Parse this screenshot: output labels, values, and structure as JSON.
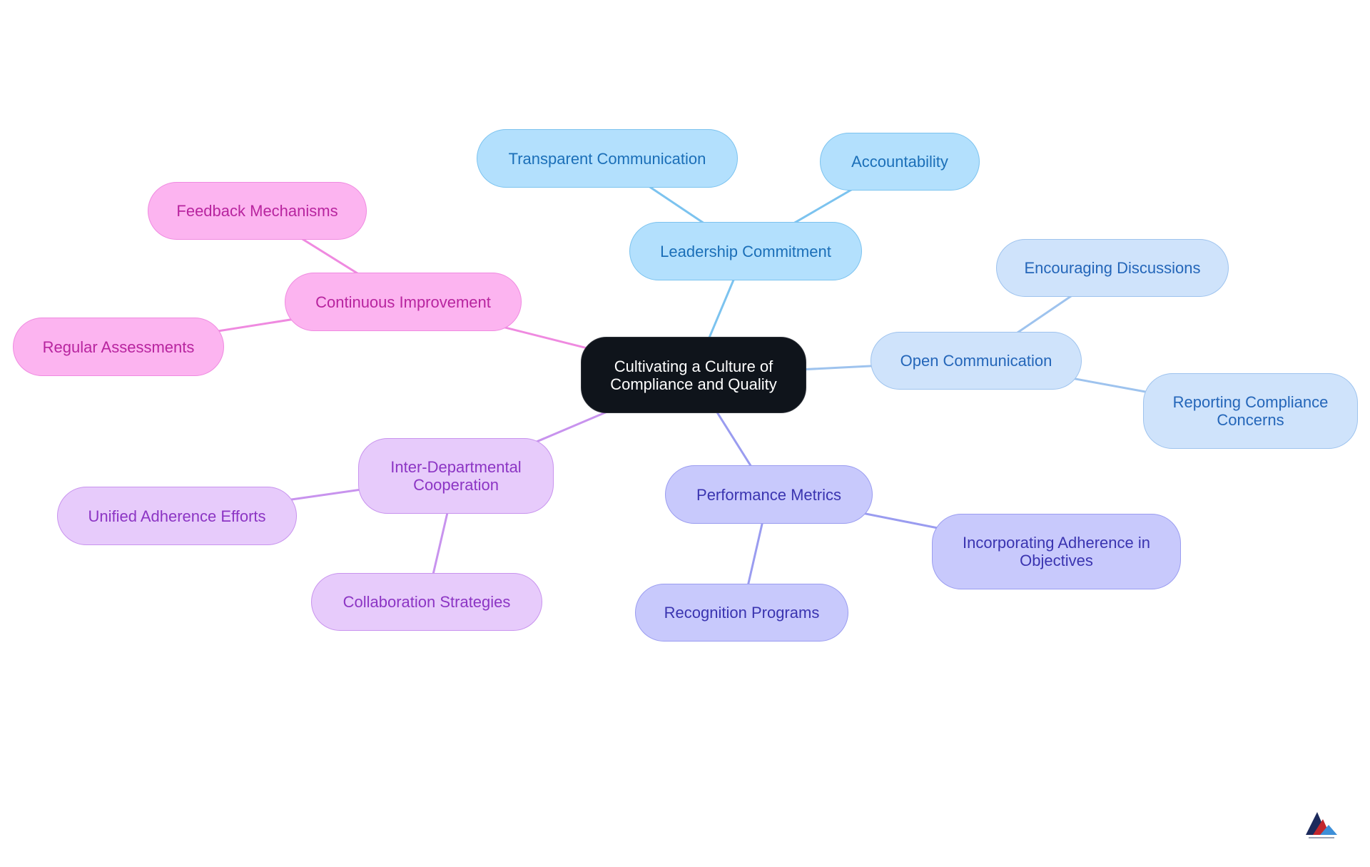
{
  "diagram": {
    "root": {
      "id": "root",
      "label": "Cultivating a Culture of Compliance and Quality"
    },
    "branches": [
      {
        "id": "leadership",
        "label": "Leadership Commitment",
        "theme": "sky",
        "color": "#7cc3ef",
        "children": [
          {
            "id": "transparent",
            "label": "Transparent Communication"
          },
          {
            "id": "accountability",
            "label": "Accountability"
          }
        ]
      },
      {
        "id": "open",
        "label": "Open Communication",
        "theme": "pale",
        "color": "#9ec3ee",
        "children": [
          {
            "id": "discussions",
            "label": "Encouraging Discussions"
          },
          {
            "id": "reporting",
            "label": "Reporting Compliance Concerns"
          }
        ]
      },
      {
        "id": "metrics",
        "label": "Performance Metrics",
        "theme": "indigo",
        "color": "#9a9cf0",
        "children": [
          {
            "id": "objectives",
            "label": "Incorporating Adherence in Objectives"
          },
          {
            "id": "recognition",
            "label": "Recognition Programs"
          }
        ]
      },
      {
        "id": "interdept",
        "label": "Inter-Departmental Cooperation",
        "theme": "violet",
        "color": "#c893ee",
        "children": [
          {
            "id": "unified",
            "label": "Unified Adherence Efforts"
          },
          {
            "id": "collab",
            "label": "Collaboration Strategies"
          }
        ]
      },
      {
        "id": "continuous",
        "label": "Continuous Improvement",
        "theme": "pink",
        "color": "#ef8ae0",
        "children": [
          {
            "id": "feedback",
            "label": "Feedback Mechanisms"
          },
          {
            "id": "assessments",
            "label": "Regular Assessments"
          }
        ]
      }
    ]
  },
  "colors": {
    "root_bg": "#0f141b",
    "sky": "#b3e0fd",
    "pale": "#cfe3fb",
    "indigo": "#c8c9fc",
    "violet": "#e7cbfb",
    "pink": "#fcb4f0"
  },
  "logo": {
    "icon": "mountain-logo-icon"
  }
}
